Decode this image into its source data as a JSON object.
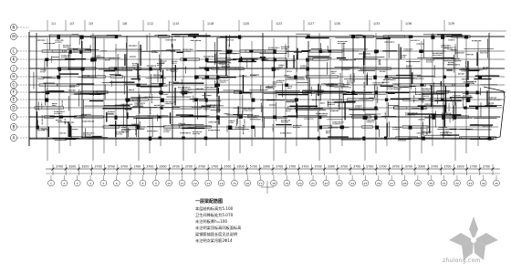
{
  "drawing": {
    "left_axis_labels": [
      "N",
      "M",
      "L",
      "K",
      "J",
      "H",
      "G",
      "F",
      "E",
      "D",
      "C",
      "B",
      "A"
    ],
    "top_marks": [
      "1/1",
      "1/3",
      "1/5",
      "1/8",
      "1/12",
      "1/15",
      "1/18",
      "1/20",
      "1/23",
      "1/27",
      "1/30",
      "1/33",
      "1/36",
      "1/39"
    ],
    "dimension_values": [
      "3700",
      "3200",
      "3200",
      "3700",
      "3700",
      "3700",
      "1700",
      "3700",
      "2900",
      "3700",
      "3700",
      "3700",
      "1700",
      "3700",
      "3300",
      "5700",
      "3300",
      "3700",
      "1700",
      "3700",
      "3700",
      "3300",
      "3700",
      "3700",
      "2700",
      "1700",
      "3700",
      "3700",
      "3300",
      "3700",
      "2700",
      "3300",
      "2700",
      "2700"
    ],
    "column_axis_numbers": [
      "1",
      "2",
      "3",
      "4",
      "5",
      "6",
      "7",
      "8",
      "9",
      "10",
      "11",
      "12",
      "13",
      "14",
      "15",
      "16",
      "17",
      "18",
      "19",
      "20",
      "21",
      "22",
      "23",
      "24",
      "25",
      "26",
      "27",
      "28",
      "29",
      "30",
      "31",
      "32",
      "33",
      "34",
      "35"
    ]
  },
  "notes": {
    "title": "一层梁配筋图",
    "lines": [
      "本层结构标高为5.100",
      "卫生间降板处为5.070",
      "未注明板厚h=100",
      "未注明梁顶标高同板面标高",
      "梁钢筋锚固长度见总说明",
      "未注明次梁吊筋2Φ14"
    ]
  },
  "watermark": {
    "text": "zhulong.com"
  }
}
